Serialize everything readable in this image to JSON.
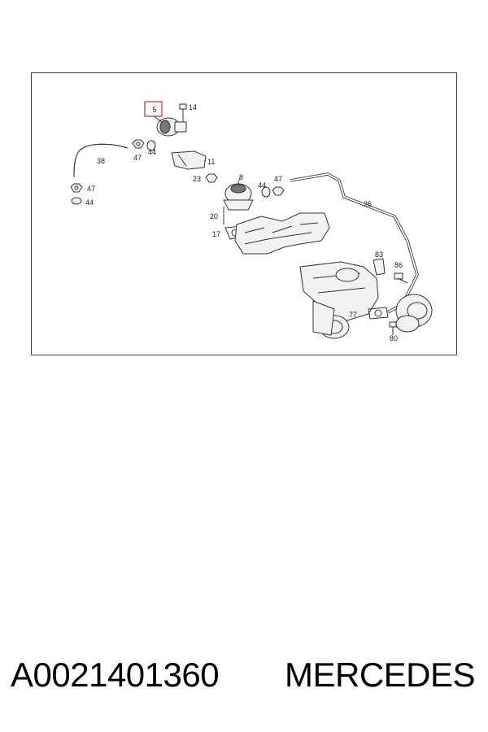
{
  "diagram": {
    "highlight_color": "#d9252b",
    "callouts": {
      "c5": "5",
      "c14": "14",
      "c38": "38",
      "c47a": "47",
      "c44a": "44",
      "c11": "11",
      "c23": "23",
      "c8": "8",
      "c44b": "44",
      "c47b": "47",
      "c47c": "47",
      "c44c": "44",
      "c20": "20",
      "c17": "17",
      "c26": "26",
      "c83": "83",
      "c86": "86",
      "c77": "77",
      "c80": "80"
    }
  },
  "footer": {
    "part_number": "A0021401360",
    "brand": "MERCEDES"
  }
}
